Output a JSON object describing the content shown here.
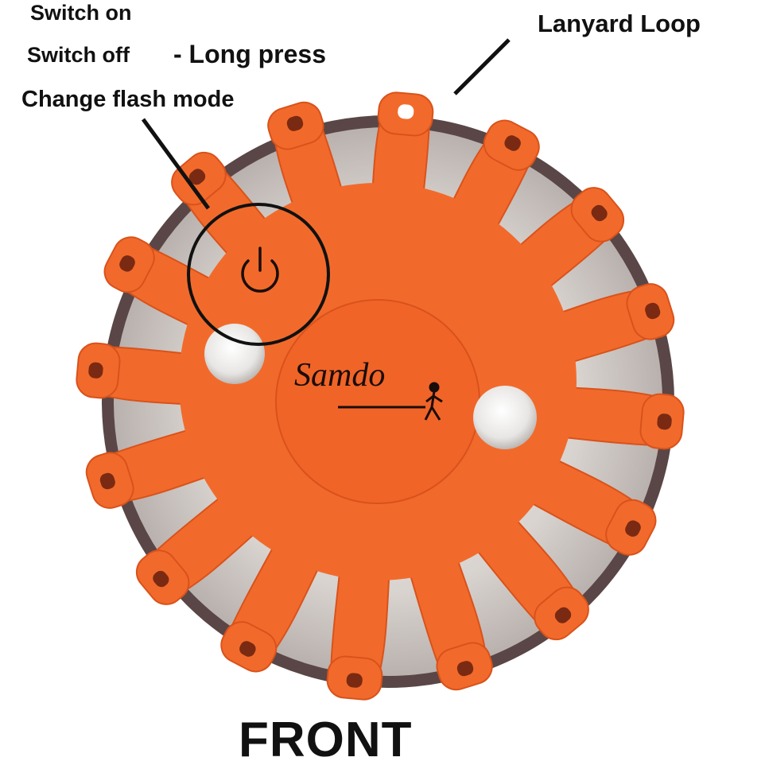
{
  "labels": {
    "switch_on": "Switch on",
    "switch_off": "Switch  off",
    "long_press": "- Long press",
    "change_flash_mode": "Change flash mode",
    "lanyard_loop": "Lanyard Loop",
    "front": "FRONT"
  },
  "brand": {
    "logo_text": "Samdo"
  },
  "colors": {
    "body_orange": "#f26a2b",
    "body_orange_dark": "#d9521b",
    "lens_grey": "#d9d6d3",
    "rim_dark": "#4a3a3a",
    "text": "#111111"
  },
  "icons": {
    "power": "power-icon",
    "magnet": "magnet-icon"
  }
}
